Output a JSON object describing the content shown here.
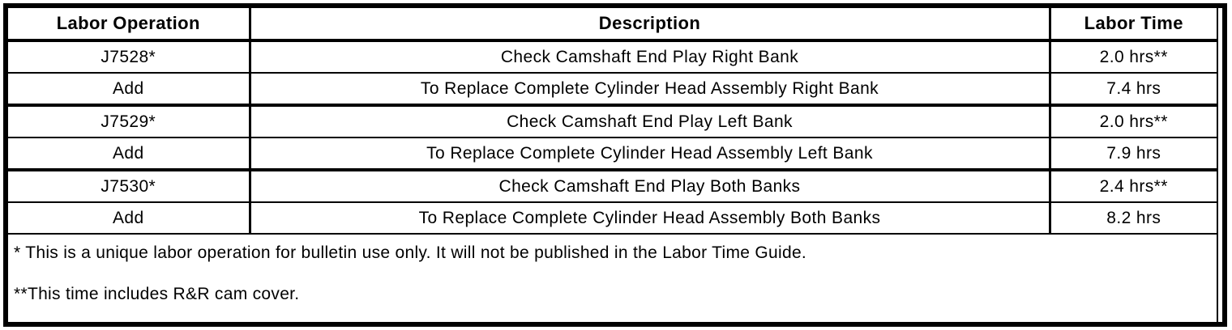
{
  "colors": {
    "text": "#000000",
    "background": "#ffffff",
    "border": "#000000"
  },
  "table": {
    "columns": [
      {
        "label": "Labor Operation"
      },
      {
        "label": "Description"
      },
      {
        "label": "Labor Time"
      }
    ],
    "rows": [
      {
        "operation": "J7528*",
        "description": "Check Camshaft End Play Right Bank",
        "time": "2.0 hrs**"
      },
      {
        "operation": "Add",
        "description": "To Replace Complete Cylinder Head Assembly Right Bank",
        "time": "7.4 hrs"
      },
      {
        "operation": "J7529*",
        "description": "Check Camshaft End Play Left Bank",
        "time": "2.0 hrs**"
      },
      {
        "operation": "Add",
        "description": "To Replace Complete Cylinder Head Assembly Left Bank",
        "time": "7.9 hrs"
      },
      {
        "operation": "J7530*",
        "description": "Check Camshaft End Play Both Banks",
        "time": "2.4 hrs**"
      },
      {
        "operation": "Add",
        "description": "To Replace Complete Cylinder Head Assembly Both Banks",
        "time": "8.2 hrs"
      }
    ],
    "footnotes": [
      "* This is a unique labor operation for bulletin use only. It will not be published in the Labor Time Guide.",
      "**This time includes R&R cam cover."
    ]
  }
}
